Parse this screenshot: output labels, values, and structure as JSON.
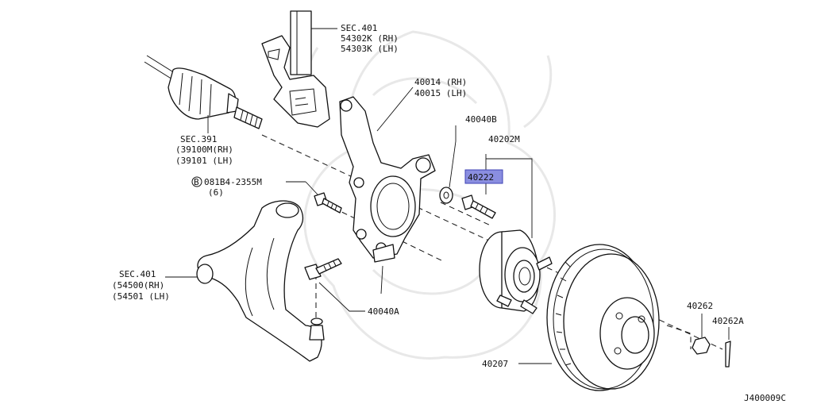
{
  "callouts": {
    "strut": {
      "sec": "SEC.401",
      "rh": "54302K (RH)",
      "lh": "54303K (LH)"
    },
    "knuckle": {
      "rh": "40014 (RH)",
      "lh": "40015 (LH)"
    },
    "driveshaft": {
      "sec": "SEC.391",
      "rh": "(39100M(RH)",
      "lh": "(39101  (LH)"
    },
    "bolt_b": {
      "num": "081B4-2355M",
      "qty": "(6)",
      "circle_letter": "B"
    },
    "washer": {
      "num": "40040B"
    },
    "hub_assy": {
      "num": "40202M"
    },
    "hub_bolt": {
      "num": "40222"
    },
    "control_arm": {
      "sec": "SEC.401",
      "rh": "(54500(RH)",
      "lh": "(54501 (LH)"
    },
    "bolt_a": {
      "num": "40040A"
    },
    "rotor": {
      "num": "40207"
    },
    "nut": {
      "num": "40262"
    },
    "cotter_pin": {
      "num": "40262A"
    }
  },
  "diagram_code": "J400009C",
  "colors": {
    "highlight": "#8a8ee0",
    "line": "#111111"
  }
}
